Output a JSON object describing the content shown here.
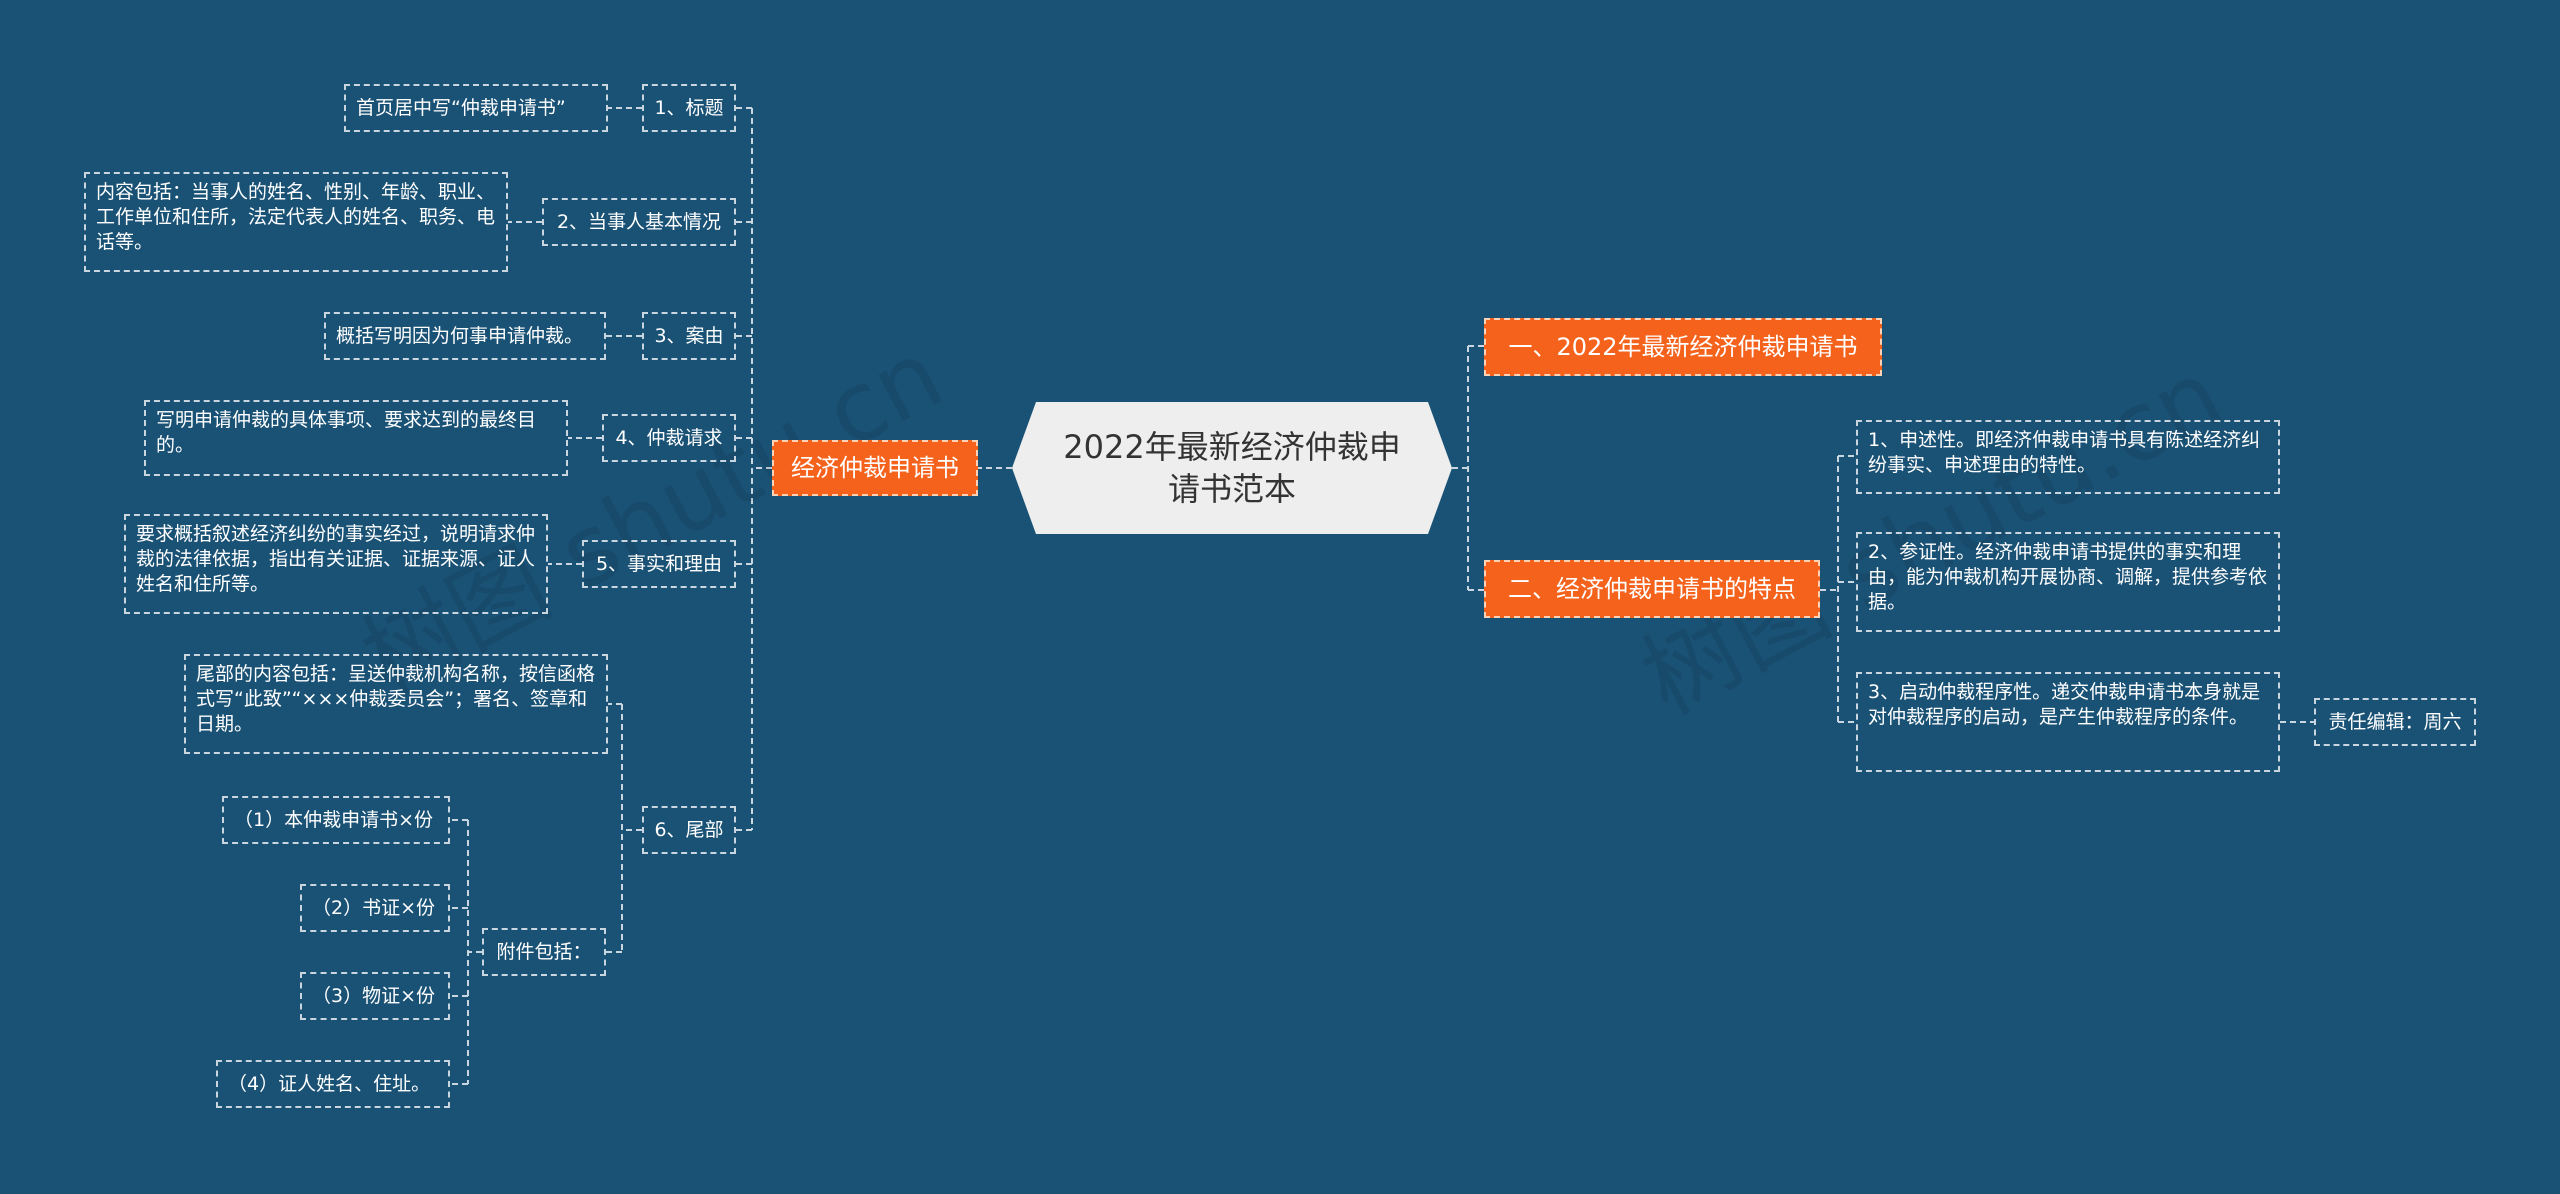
{
  "root": {
    "label": "2022年最新经济仲裁申请书范本"
  },
  "left_branch": {
    "label": "经济仲裁申请书",
    "items": [
      {
        "label": "1、标题",
        "detail": "首页居中写“仲裁申请书”"
      },
      {
        "label": "2、当事人基本情况",
        "detail": "内容包括：当事人的姓名、性别、年龄、职业、工作单位和住所，法定代表人的姓名、职务、电话等。"
      },
      {
        "label": "3、案由",
        "detail": "概括写明因为何事申请仲裁。"
      },
      {
        "label": "4、仲裁请求",
        "detail": "写明申请仲裁的具体事项、要求达到的最终目的。"
      },
      {
        "label": "5、事实和理由",
        "detail": "要求概括叙述经济纠纷的事实经过，说明请求仲裁的法律依据，指出有关证据、证据来源、证人姓名和住所等。"
      },
      {
        "label": "6、尾部",
        "detail": "尾部的内容包括：呈送仲裁机构名称，按信函格式写“此致”“×××仲裁委员会”；署名、签章和日期。",
        "attachments": {
          "label": "附件包括：",
          "items": [
            "（1）本仲裁申请书×份",
            "（2）书证×份",
            "（3）物证×份",
            "（4）证人姓名、住址。"
          ]
        }
      }
    ]
  },
  "right_branches": [
    {
      "label": "一、2022年最新经济仲裁申请书"
    },
    {
      "label": "二、经济仲裁申请书的特点",
      "items": [
        {
          "text": "1、申述性。即经济仲裁申请书具有陈述经济纠纷事实、申述理由的特性。"
        },
        {
          "text": "2、参证性。经济仲裁申请书提供的事实和理由，能为仲裁机构开展协商、调解，提供参考依据。"
        },
        {
          "text": "3、启动仲裁程序性。递交仲裁申请书本身就是对仲裁程序的启动，是产生仲裁程序的条件。",
          "note": "责任编辑：周六"
        }
      ]
    }
  ],
  "watermark": {
    "text": "树图 shutu.cn"
  },
  "colors": {
    "background": "#1a5276",
    "branch": "#f5621c",
    "root": "#eeeeee",
    "line": "#c9d6e0"
  }
}
